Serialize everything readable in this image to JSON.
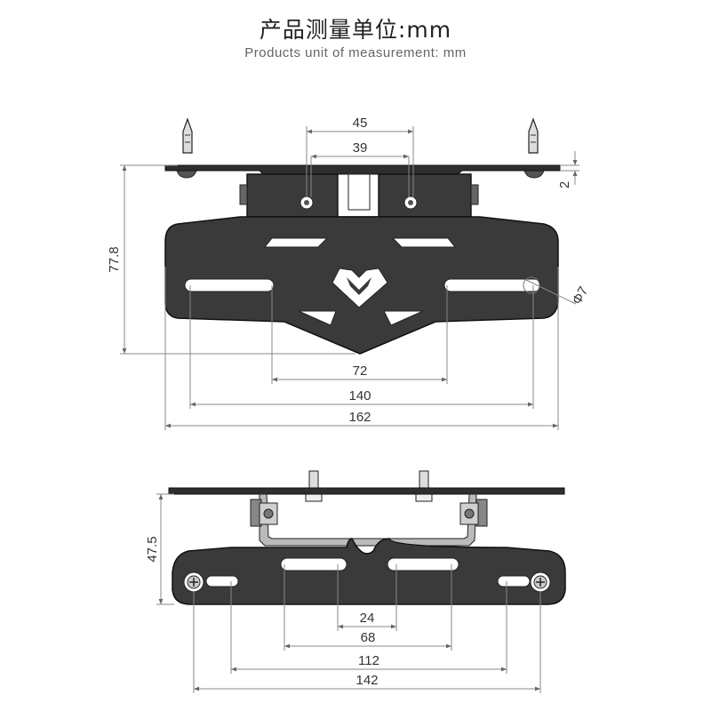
{
  "header": {
    "title_cn": "产品测量单位:mm",
    "title_en": "Products unit of measurement: mm"
  },
  "top_view": {
    "dims": {
      "d45": "45",
      "d39": "39",
      "d2": "2",
      "d77_8": "77.8",
      "d7": "Φ7",
      "d72": "72",
      "d140": "140",
      "d162": "162"
    }
  },
  "bottom_view": {
    "dims": {
      "d47_5": "47.5",
      "d24": "24",
      "d68": "68",
      "d112": "112",
      "d142": "142"
    }
  }
}
